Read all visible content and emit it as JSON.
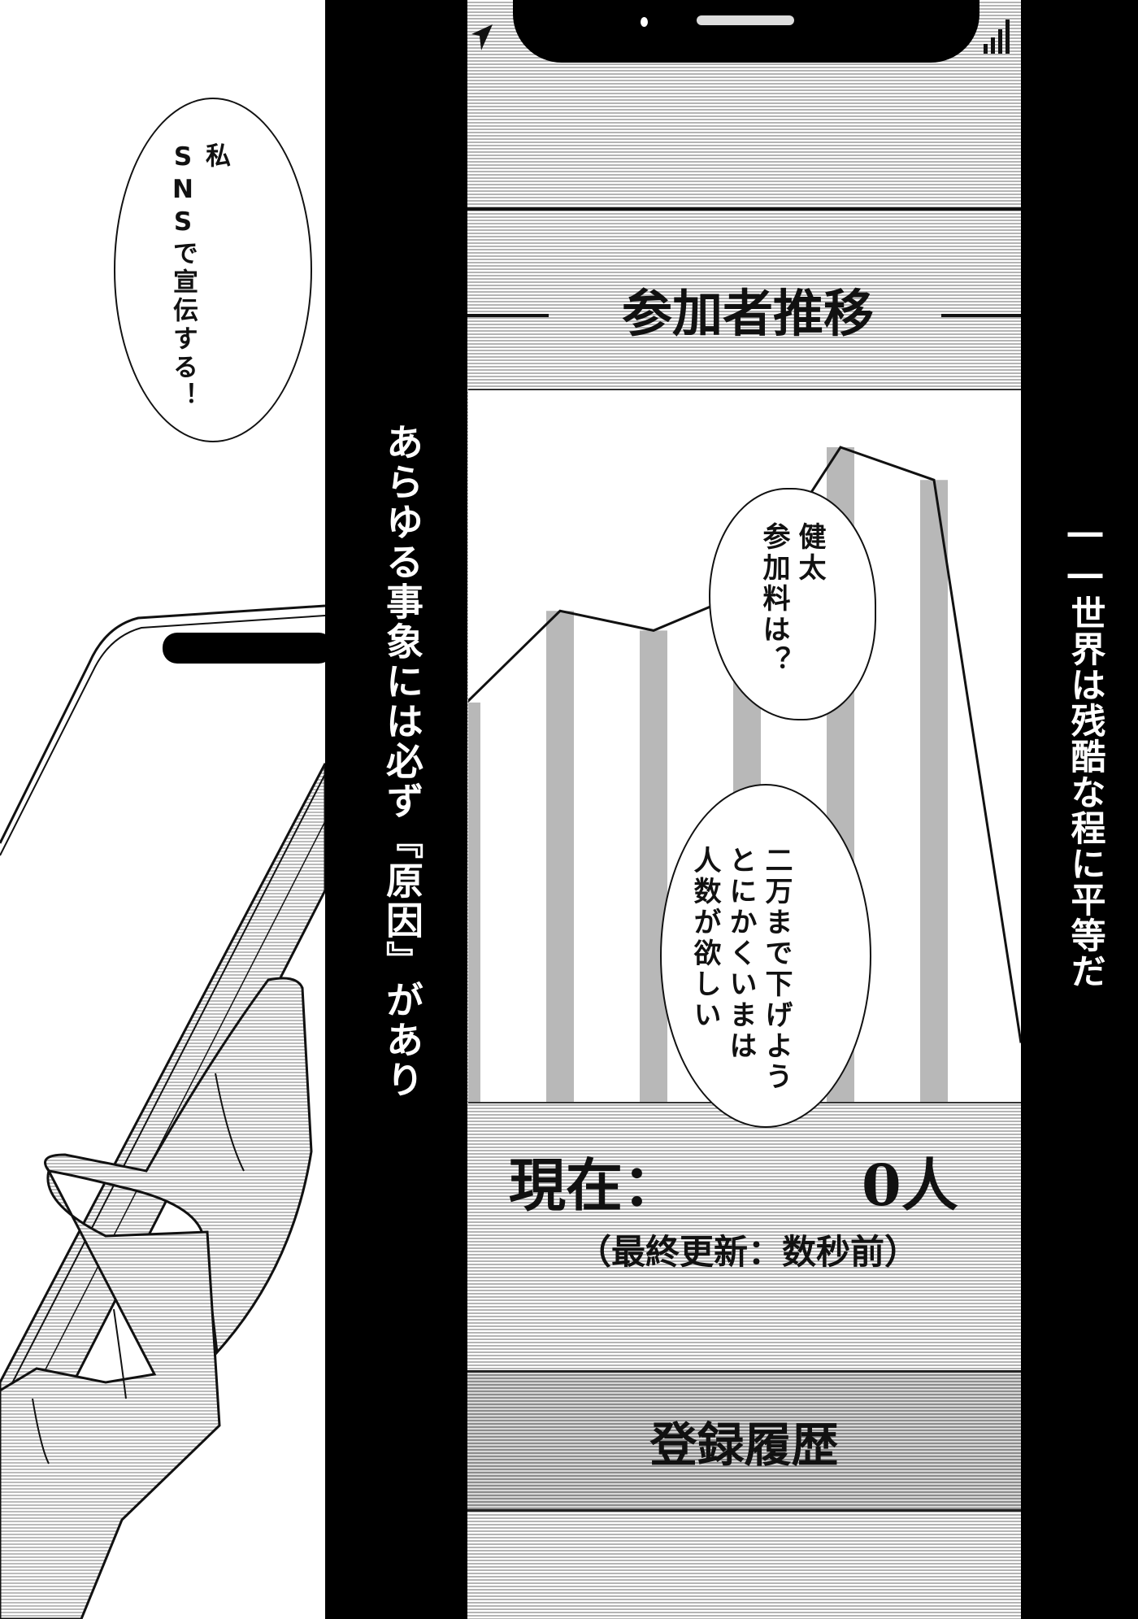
{
  "left_bubble": {
    "lines": [
      "私",
      "SNSで宣伝する！"
    ]
  },
  "left_caption": "あらゆる事象には必ず『原因』があり",
  "right_caption": "――世界は残酷な程に平等だ",
  "phone": {
    "status_icons": [
      "location-arrow-icon",
      "signal-bars-icon"
    ],
    "title": "参加者推移",
    "current_label": "現在：",
    "current_value": "0人",
    "updated": "（最終更新：数秒前）",
    "history_button": "登録履歴"
  },
  "bubble_kenta": {
    "lines": [
      "健太",
      "参加料は？"
    ]
  },
  "bubble_price": {
    "lines": [
      "二万まで下げよう",
      "とにかくいまは",
      "人数が欲しい"
    ]
  },
  "chart_data": {
    "type": "bar",
    "axes": "none",
    "grid": false,
    "bar_color": "#b8b8b8",
    "bars": [
      61,
      75,
      72,
      78,
      100,
      95
    ],
    "line": [
      61,
      75,
      72,
      78,
      100,
      95,
      9
    ]
  }
}
